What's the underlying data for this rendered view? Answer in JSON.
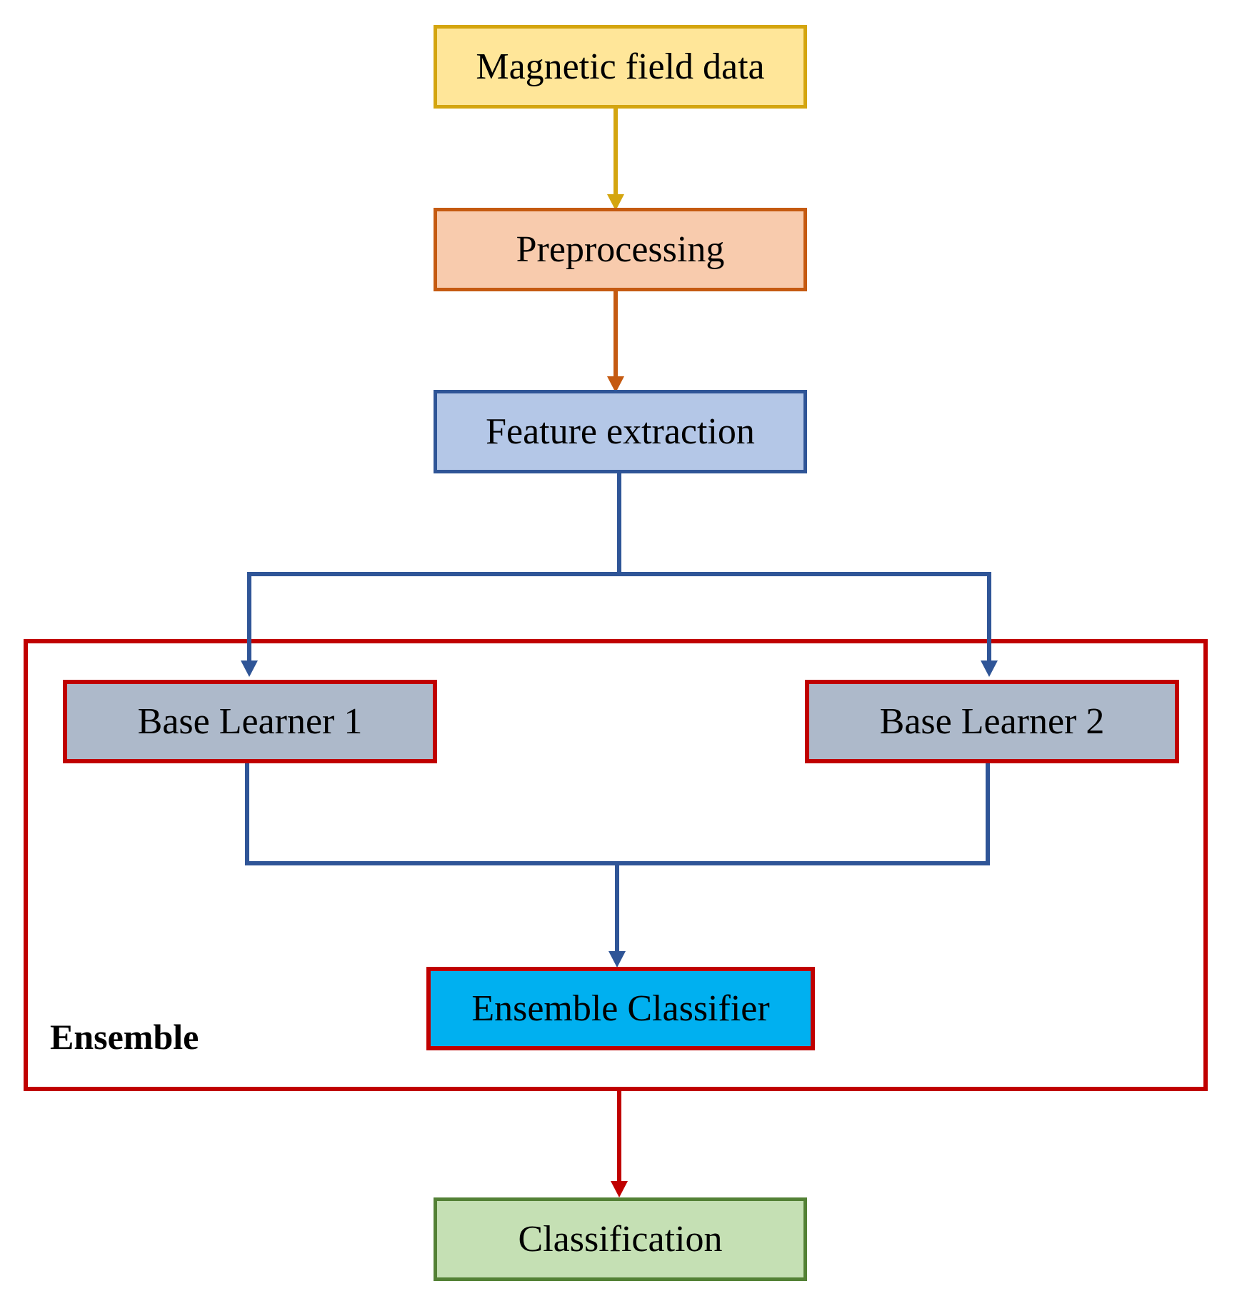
{
  "nodes": {
    "magnetic_field_data": {
      "label": "Magnetic field data",
      "fill": "#ffe699",
      "border": "#d4a50f"
    },
    "preprocessing": {
      "label": "Preprocessing",
      "fill": "#f8cbad",
      "border": "#c55a11"
    },
    "feature_extraction": {
      "label": "Feature extraction",
      "fill": "#b4c7e7",
      "border": "#2f5597"
    },
    "base_learner_1": {
      "label": "Base Learner 1",
      "fill": "#adb9ca",
      "border": "#c00000"
    },
    "base_learner_2": {
      "label": "Base Learner 2",
      "fill": "#adb9ca",
      "border": "#c00000"
    },
    "ensemble_classifier": {
      "label": "Ensemble Classifier",
      "fill": "#00b0f0",
      "border": "#c00000"
    },
    "classification": {
      "label": "Classification",
      "fill": "#c5e0b4",
      "border": "#538135"
    }
  },
  "group": {
    "label": "Ensemble",
    "border": "#c00000"
  },
  "edges": [
    {
      "from": "magnetic_field_data",
      "to": "preprocessing",
      "color": "#d4a50f"
    },
    {
      "from": "preprocessing",
      "to": "feature_extraction",
      "color": "#c55a11"
    },
    {
      "from": "feature_extraction",
      "to": "base_learner_1",
      "color": "#2f5597"
    },
    {
      "from": "feature_extraction",
      "to": "base_learner_2",
      "color": "#2f5597"
    },
    {
      "from": "base_learner_1",
      "to": "ensemble_classifier",
      "color": "#2f5597"
    },
    {
      "from": "base_learner_2",
      "to": "ensemble_classifier",
      "color": "#2f5597"
    },
    {
      "from": "ensemble",
      "to": "classification",
      "color": "#c00000"
    }
  ]
}
